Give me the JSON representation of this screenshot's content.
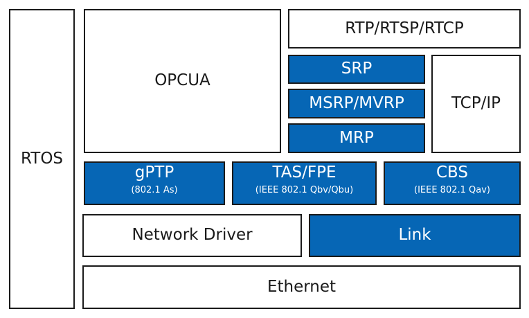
{
  "colors": {
    "blue": "#0666B5",
    "border": "#1a1a1a",
    "background": "#ffffff"
  },
  "blocks": {
    "rtos": "RTOS",
    "opcua": "OPCUA",
    "rtp": "RTP/RTSP/RTCP",
    "srp": "SRP",
    "msrp": "MSRP/MVRP",
    "mrp": "MRP",
    "tcpip": "TCP/IP",
    "gptp": {
      "label": "gPTP",
      "standard": "(802.1 As)"
    },
    "tas": {
      "label": "TAS/FPE",
      "standard": "(IEEE 802.1 Qbv/Qbu)"
    },
    "cbs": {
      "label": "CBS",
      "standard": "(IEEE 802.1 Qav)"
    },
    "network_driver": "Network Driver",
    "link": "Link",
    "ethernet": "Ethernet"
  }
}
